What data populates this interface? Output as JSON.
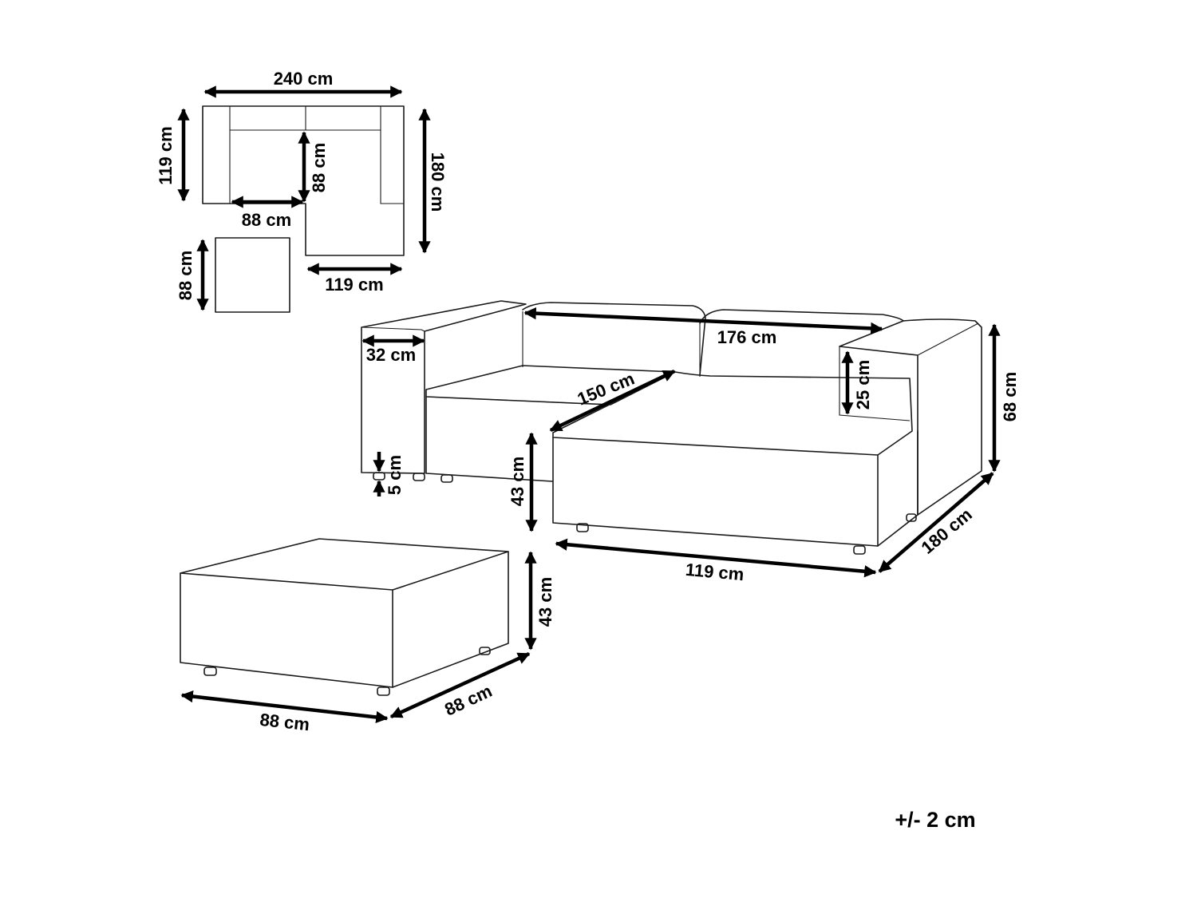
{
  "plan_view": {
    "total_width": "240 cm",
    "depth_left": "119 cm",
    "depth_right": "180 cm",
    "seat_depth": "88 cm",
    "seat_width": "88 cm",
    "chaise_width": "119 cm",
    "ottoman_side": "88 cm"
  },
  "sofa_view": {
    "armrest_width": "32 cm",
    "back_width": "176 cm",
    "seat_width": "150 cm",
    "armrest_height": "25 cm",
    "total_height": "68 cm",
    "leg_height": "5 cm",
    "seat_height": "43 cm",
    "chaise_width": "119 cm",
    "chaise_length": "180 cm"
  },
  "ottoman_view": {
    "height": "43 cm",
    "width": "88 cm",
    "depth": "88 cm"
  },
  "tolerance": "+/- 2 cm"
}
